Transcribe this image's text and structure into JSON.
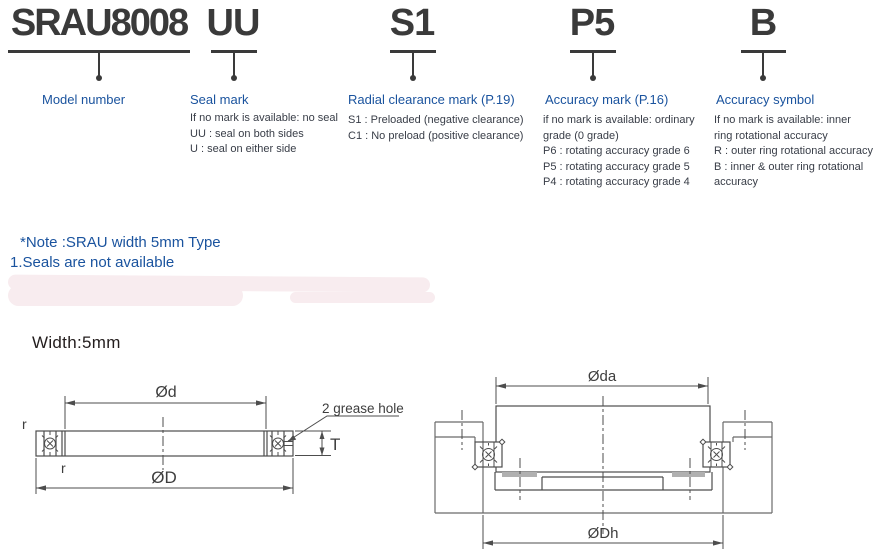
{
  "nomenclature": {
    "tokens": [
      {
        "code": "SRAU8008",
        "label": "Model number",
        "desc": ""
      },
      {
        "code": "UU",
        "label": "Seal mark",
        "desc": "If no mark is available: no seal\nUU : seal on both sides\nU : seal on either side"
      },
      {
        "code": "S1",
        "label": "Radial clearance mark (P.19)",
        "desc": "S1 : Preloaded (negative clearance)\nC1 : No preload (positive clearance)"
      },
      {
        "code": "P5",
        "label": "Accuracy mark (P.16)",
        "desc": "if no mark is available: ordinary\ngrade (0 grade)\nP6 : rotating accuracy grade 6\nP5 : rotating accuracy grade 5\nP4 : rotating accuracy grade 4"
      },
      {
        "code": "B",
        "label": "Accuracy symbol",
        "desc": "If no mark is available: inner\nring rotational accuracy\nR : outer ring rotational accuracy\nB : inner & outer ring rotational\naccuracy"
      }
    ]
  },
  "note": {
    "line1": "*Note :SRAU width 5mm Type",
    "line2": "1.Seals are not available"
  },
  "section": {
    "width_label": "Width:5mm"
  },
  "drawing_left": {
    "dim_inner": "Ød",
    "dim_outer": "ØD",
    "dim_thickness": "T",
    "fillet_top": "r",
    "fillet_bottom": "r",
    "grease_note": "2 grease hole"
  },
  "drawing_right": {
    "dim_shaft": "Øda",
    "dim_housing": "ØDh"
  },
  "colors": {
    "accent_blue": "#1a539e",
    "ink_dark": "#3a3a3a",
    "body_text": "#383d47",
    "drawing_line": "#4d4d4d",
    "smudge_pink": "#f8ecef"
  }
}
